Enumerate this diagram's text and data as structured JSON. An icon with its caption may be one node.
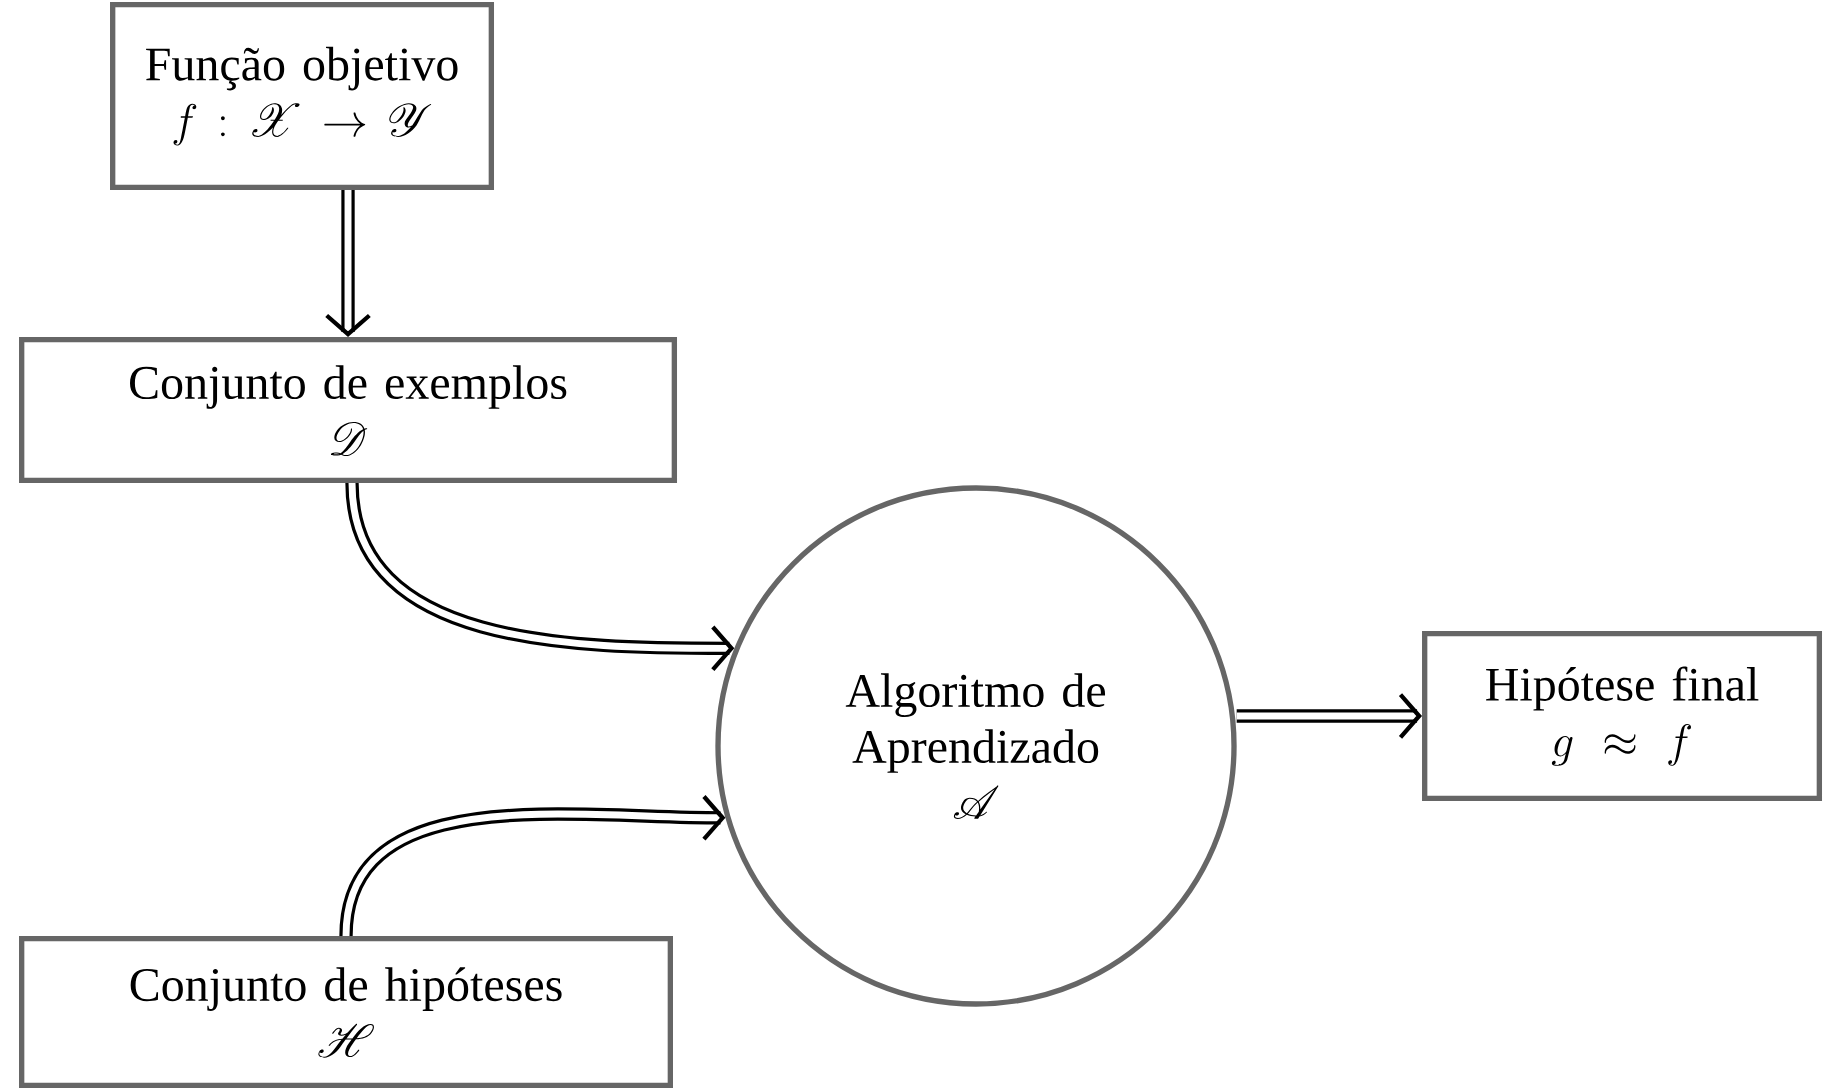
{
  "diagram": {
    "nodes": [
      {
        "text": [
          "Função objetivo",
          "f : \\mathscr{X} \\to \\mathscr{Y}"
        ]
      },
      {
        "text": [
          "Conjunto de exemplos",
          "\\mathscr{D}"
        ]
      },
      {
        "text": [
          "Algoritmo de Aprendizado",
          "\\mathscr{A}"
        ]
      },
      {
        "text": [
          "Hipótese final",
          "g \\approx f"
        ]
      },
      {
        "text": [
          "Conjunto de hipóteses",
          "\\mathscr{H}"
        ]
      }
    ],
    "edges": [
      {
        "from": 0,
        "to": 1,
        "arrow": "to"
      },
      {
        "from": 1,
        "to": 2,
        "arrow": "to"
      },
      {
        "from": 4,
        "to": 2,
        "arrow": "to"
      },
      {
        "from": 2,
        "to": 3,
        "arrow": "to"
      }
    ]
  }
}
